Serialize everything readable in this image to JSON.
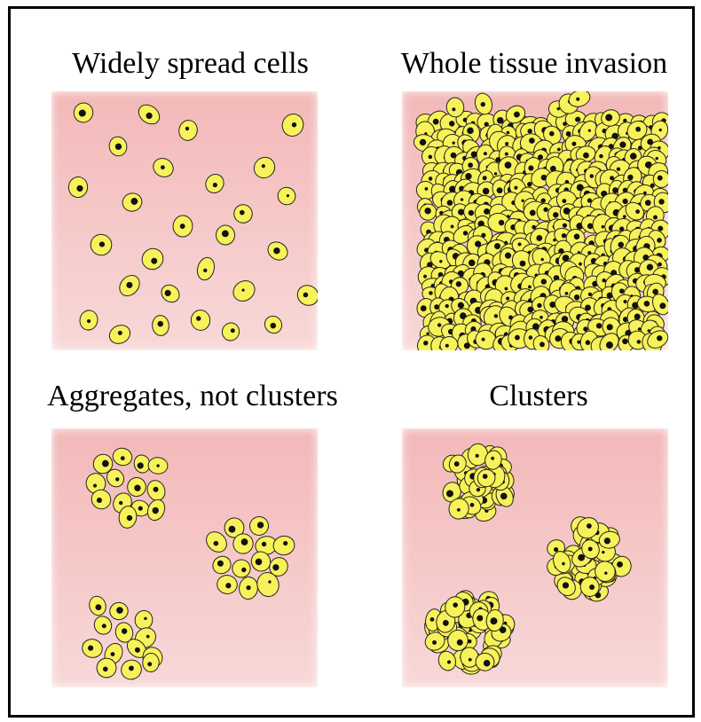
{
  "panels": [
    {
      "key": "widely-spread",
      "title": "Widely spread cells"
    },
    {
      "key": "whole-tissue",
      "title": "Whole tissue invasion"
    },
    {
      "key": "aggregates",
      "title": "Aggregates, not clusters"
    },
    {
      "key": "clusters",
      "title": "Clusters"
    }
  ],
  "colors": {
    "tissue_top": "#f3b8b8",
    "tissue_bottom": "#f8d8d8",
    "cell_fill": "#f8f25a",
    "cell_outline": "#222222",
    "nucleus": "#111111",
    "frame": "#000000"
  }
}
